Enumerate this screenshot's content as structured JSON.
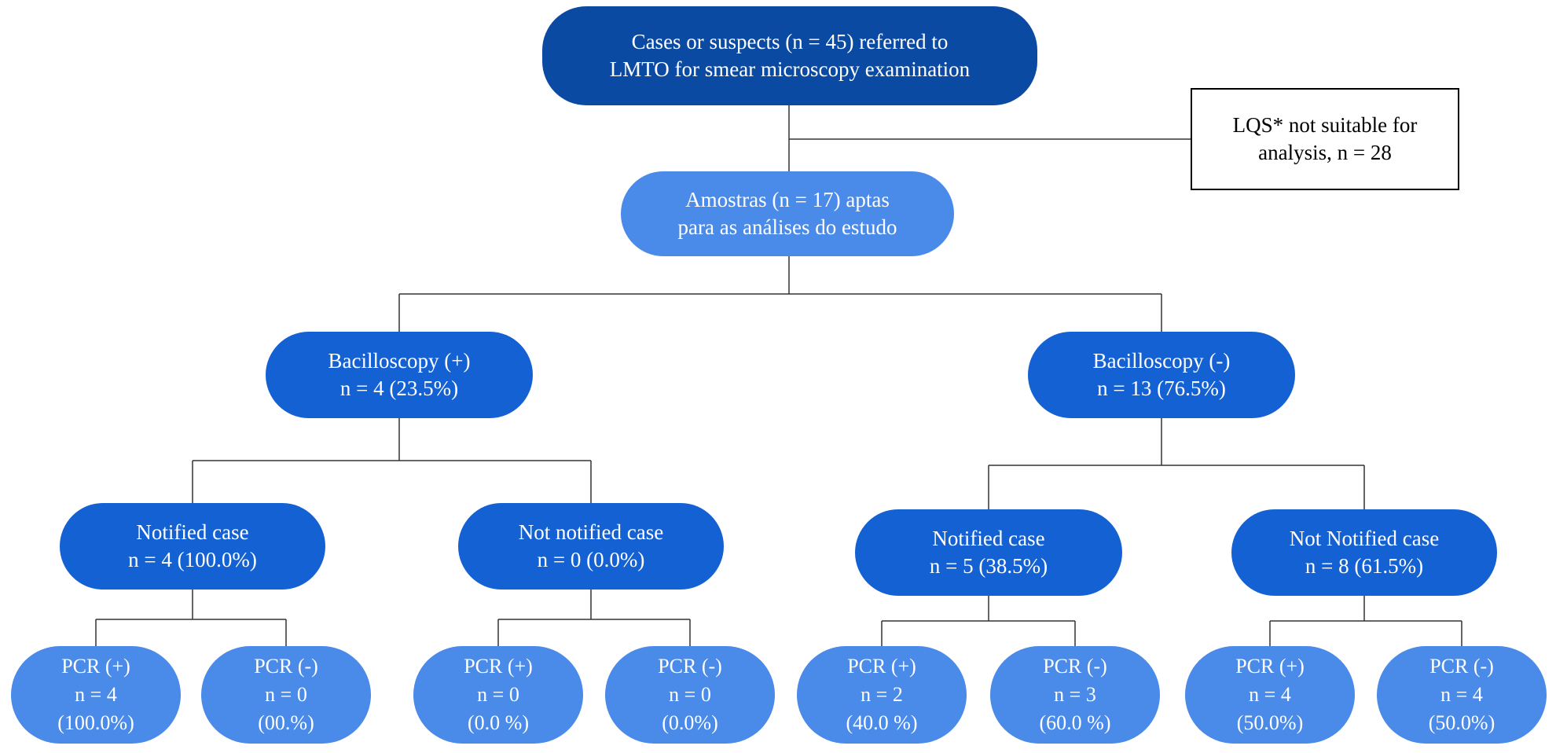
{
  "root": {
    "line1": "Cases or suspects (n = 45) referred to",
    "line2": "LMTO for smear microscopy examination"
  },
  "excluded": {
    "line1": "LQS* not suitable for",
    "line2": "analysis, n = 28"
  },
  "eligible": {
    "line1": "Amostras (n = 17) aptas",
    "line2": "para as análises do estudo"
  },
  "bacilloscopy_positive": {
    "line1": "Bacilloscopy (+)",
    "line2": "n = 4 (23.5%)"
  },
  "bacilloscopy_negative": {
    "line1": "Bacilloscopy (-)",
    "line2": "n = 13 (76.5%)"
  },
  "pos_notified": {
    "line1": "Notified case",
    "line2": "n = 4 (100.0%)"
  },
  "pos_not_notified": {
    "line1": "Not notified case",
    "line2": "n = 0 (0.0%)"
  },
  "neg_notified": {
    "line1": "Notified case",
    "line2": "n = 5 (38.5%)"
  },
  "neg_not_notified": {
    "line1": "Not Notified case",
    "line2": "n = 8 (61.5%)"
  },
  "pcr": [
    {
      "label": "PCR  (+)",
      "n": "n = 4",
      "pct": "(100.0%)"
    },
    {
      "label": "PCR  (-)",
      "n": "n = 0",
      "pct": "(00.%)"
    },
    {
      "label": "PCR  (+)",
      "n": "n = 0",
      "pct": "(0.0 %)"
    },
    {
      "label": "PCR  (-)",
      "n": "n = 0",
      "pct": "(0.0%)"
    },
    {
      "label": "PCR  (+)",
      "n": "n = 2",
      "pct": "(40.0 %)"
    },
    {
      "label": "PCR  (-)",
      "n": "n = 3",
      "pct": "(60.0 %)"
    },
    {
      "label": "PCR  (+)",
      "n": "n = 4",
      "pct": "(50.0%)"
    },
    {
      "label": "PCR  (-)",
      "n": "n = 4",
      "pct": "(50.0%)"
    }
  ],
  "colors": {
    "dark_node": "#0a4aa2",
    "mid_node": "#1461d4",
    "light_node": "#4a8ae8",
    "connector": "#333333"
  }
}
